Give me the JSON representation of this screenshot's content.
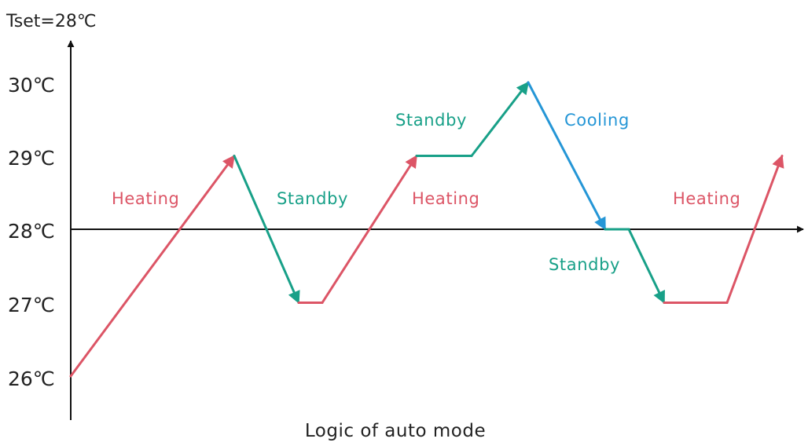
{
  "diagram": {
    "y_axis_label": "Tset=28℃",
    "caption": "Logic of auto mode",
    "set_point": 28,
    "y_ticks": [
      {
        "value": 30,
        "label": "30℃"
      },
      {
        "value": 29,
        "label": "29℃"
      },
      {
        "value": 28,
        "label": "28℃"
      },
      {
        "value": 27,
        "label": "27℃"
      },
      {
        "value": 26,
        "label": "26℃"
      }
    ],
    "colors": {
      "heating": "#dc5566",
      "standby": "#18a088",
      "cooling": "#2596d6",
      "axis": "#111111"
    },
    "segments": [
      {
        "mode": "heating",
        "from": 26,
        "to": 29,
        "arrow": true
      },
      {
        "mode": "standby",
        "from": 29,
        "to": 27,
        "arrow": true
      },
      {
        "mode": "heating",
        "from": 27,
        "to": 27,
        "arrow": false
      },
      {
        "mode": "heating",
        "from": 27,
        "to": 29,
        "arrow": true
      },
      {
        "mode": "standby",
        "from": 29,
        "to": 29,
        "arrow": false
      },
      {
        "mode": "standby",
        "from": 29,
        "to": 30,
        "arrow": true
      },
      {
        "mode": "cooling",
        "from": 30,
        "to": 28,
        "arrow": true
      },
      {
        "mode": "standby",
        "from": 28,
        "to": 28,
        "arrow": false
      },
      {
        "mode": "standby",
        "from": 28,
        "to": 27,
        "arrow": true
      },
      {
        "mode": "heating",
        "from": 27,
        "to": 27,
        "arrow": false
      },
      {
        "mode": "heating",
        "from": 27,
        "to": 29,
        "arrow": true
      }
    ],
    "phase_labels": [
      {
        "mode": "heating",
        "text": "Heating"
      },
      {
        "mode": "standby",
        "text": "Standby"
      },
      {
        "mode": "heating",
        "text": "Heating"
      },
      {
        "mode": "standby",
        "text": "Standby"
      },
      {
        "mode": "cooling",
        "text": "Cooling"
      },
      {
        "mode": "standby",
        "text": "Standby"
      },
      {
        "mode": "heating",
        "text": "Heating"
      }
    ]
  }
}
